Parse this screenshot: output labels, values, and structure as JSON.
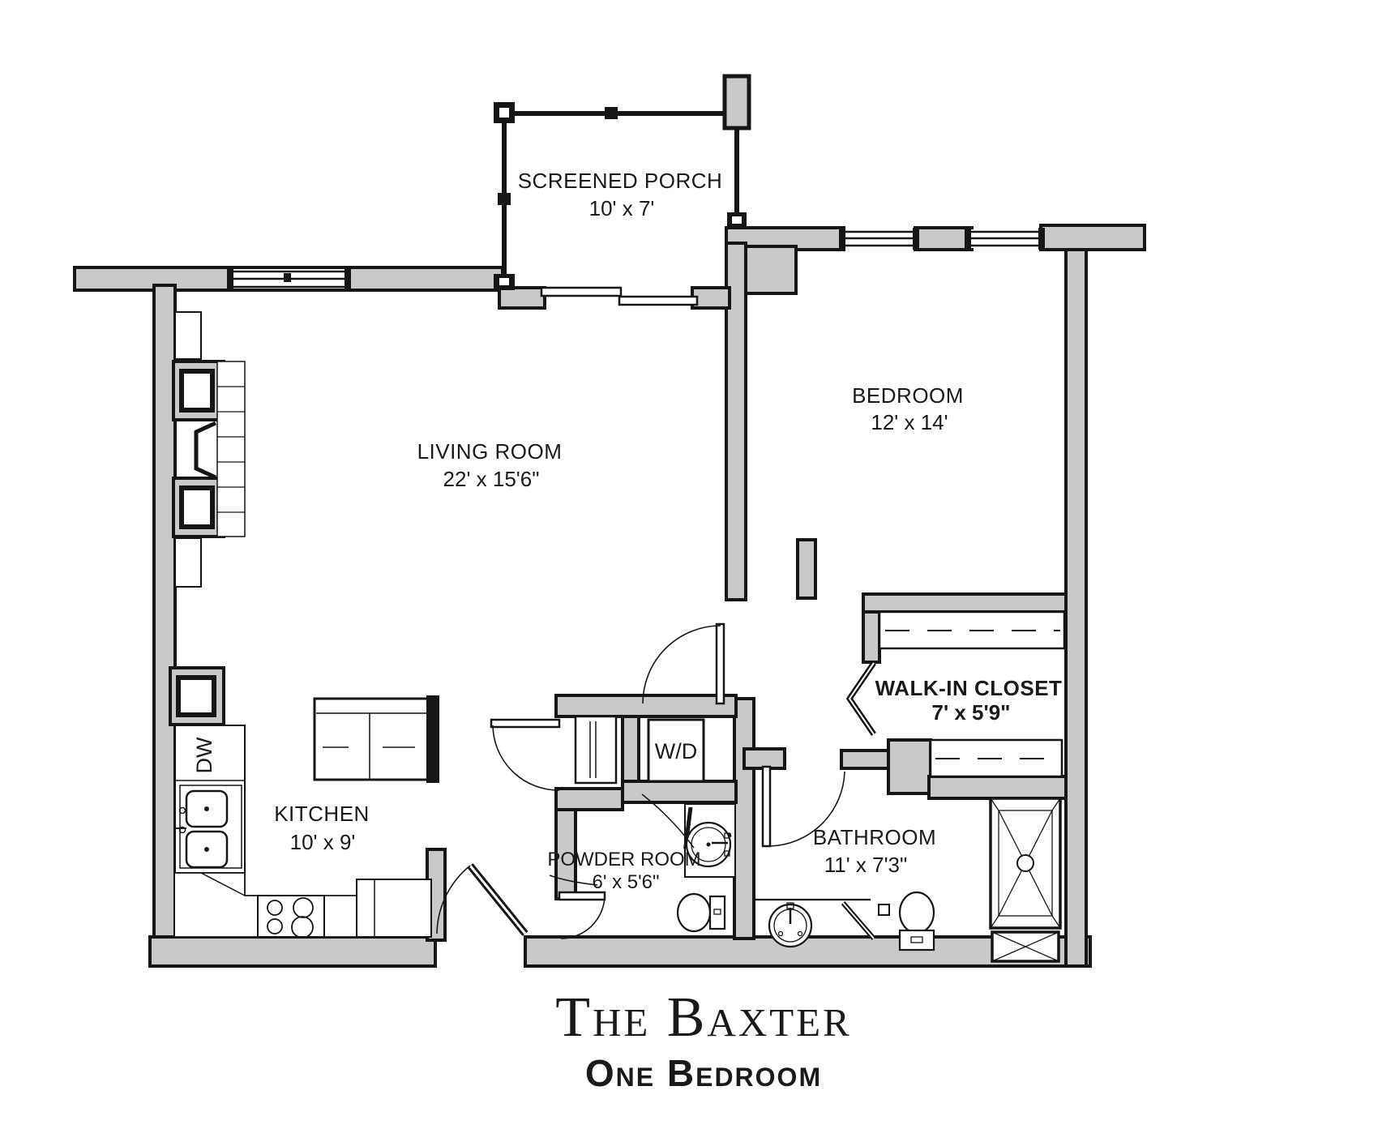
{
  "floorplan": {
    "title": "The Baxter",
    "subtitle": "One Bedroom",
    "rooms": [
      {
        "id": "screened-porch",
        "name": "SCREENED PORCH",
        "dimensions": "10' x 7'"
      },
      {
        "id": "living-room",
        "name": "LIVING ROOM",
        "dimensions": "22' x 15'6\""
      },
      {
        "id": "bedroom",
        "name": "BEDROOM",
        "dimensions": "12' x 14'"
      },
      {
        "id": "kitchen",
        "name": "KITCHEN",
        "dimensions": "10' x 9'"
      },
      {
        "id": "powder-room",
        "name": "POWDER ROOM",
        "dimensions": "6' x 5'6\""
      },
      {
        "id": "bathroom",
        "name": "BATHROOM",
        "dimensions": "11' x 7'3\""
      },
      {
        "id": "walk-in-closet",
        "name": "WALK-IN CLOSET",
        "dimensions": "7' x 5'9\""
      }
    ],
    "appliances": {
      "washer_dryer": "W/D",
      "dishwasher": "DW"
    },
    "colors": {
      "wall_fill": "#c9c9c9",
      "line": "#161616",
      "background": "#ffffff"
    }
  }
}
